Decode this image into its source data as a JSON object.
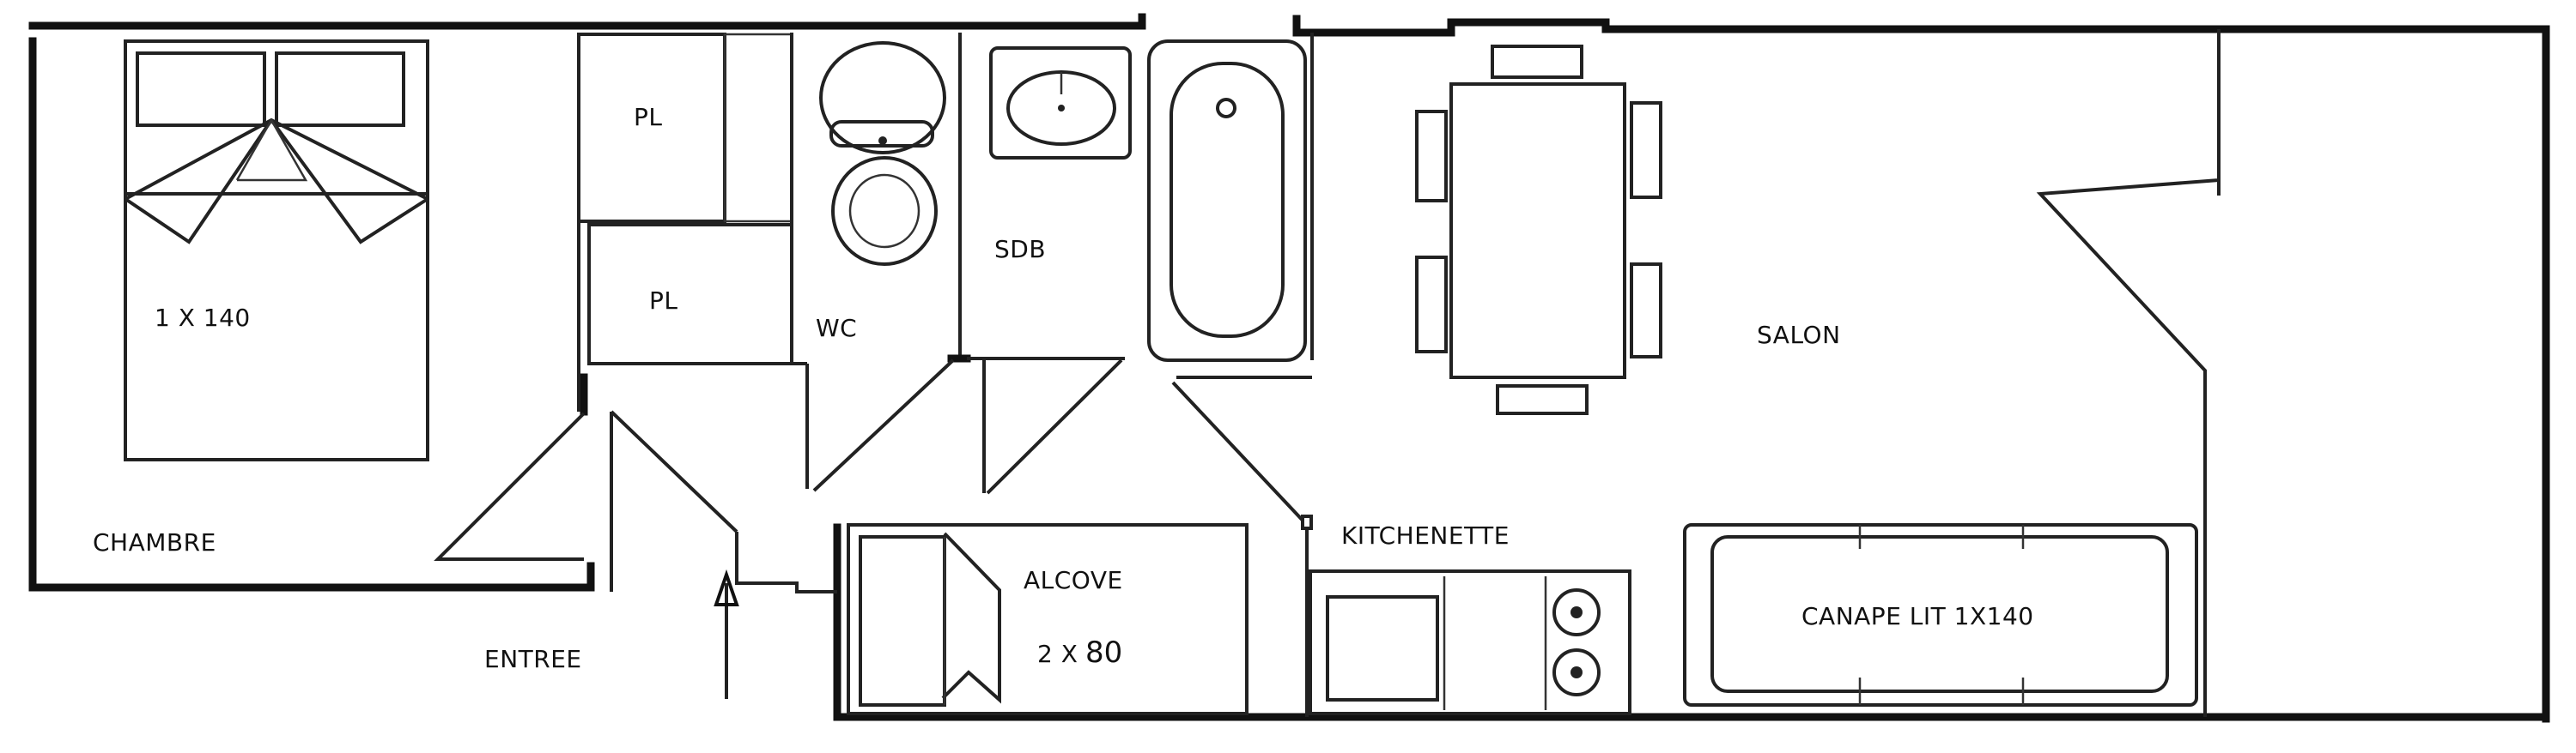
{
  "plan": {
    "rooms": {
      "chambre": "CHAMBRE",
      "entree": "ENTREE",
      "wc": "WC",
      "sdb": "SDB",
      "salon": "SALON",
      "kitchenette": "KITCHENETTE",
      "alcove": "ALCOVE",
      "placard_1": "PL",
      "placard_2": "PL"
    },
    "beds": {
      "chambre_bed": "1 X 140",
      "alcove_beds_prefix": "2 X",
      "alcove_beds_size": "80",
      "sofa_bed": "CANAPE LIT 1X140"
    }
  }
}
